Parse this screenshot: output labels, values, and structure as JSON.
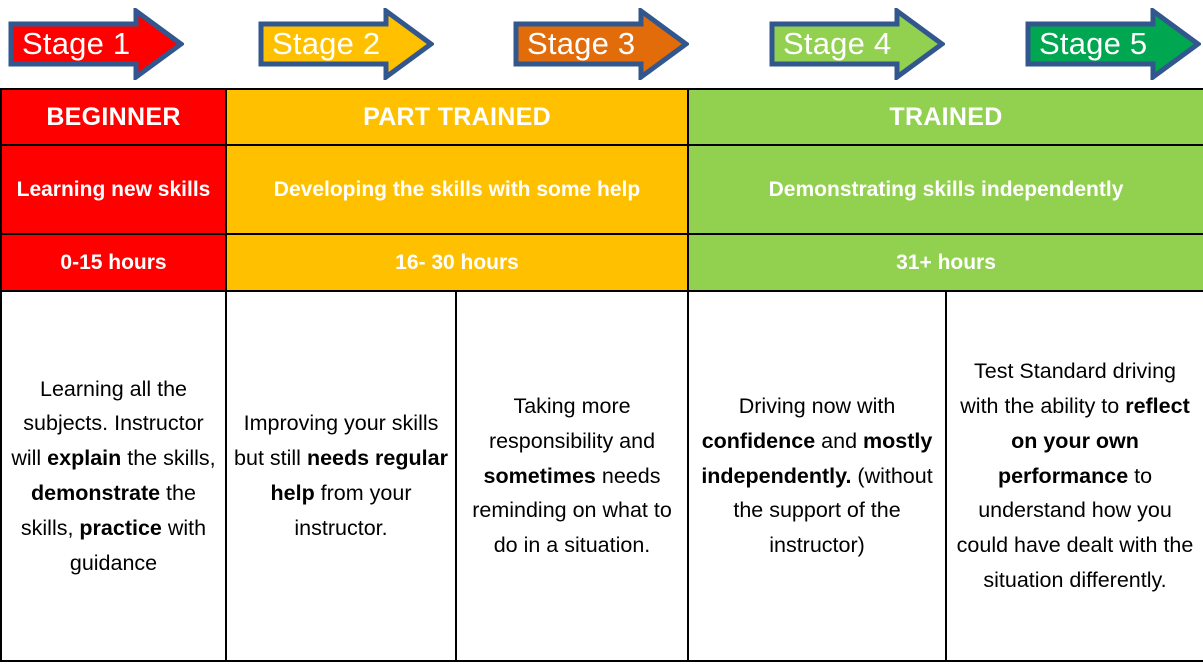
{
  "arrows": {
    "items": [
      {
        "label": "Stage 1",
        "fill": "#FF0000",
        "stroke": "#31578E"
      },
      {
        "label": "Stage 2",
        "fill": "#FFC000",
        "stroke": "#31578E"
      },
      {
        "label": "Stage 3",
        "fill": "#E36C0A",
        "stroke": "#31578E"
      },
      {
        "label": "Stage 4",
        "fill": "#92D050",
        "stroke": "#31578E"
      },
      {
        "label": "Stage 5",
        "fill": "#00A650",
        "stroke": "#31578E"
      }
    ]
  },
  "table": {
    "levels": [
      {
        "label": "BEGINNER",
        "color": "#FF0000"
      },
      {
        "label": "PART TRAINED",
        "color": "#FFC000"
      },
      {
        "label": "TRAINED",
        "color": "#92D050"
      }
    ],
    "descriptions": [
      {
        "text": "Learning new skills"
      },
      {
        "text": "Developing the skills with some help"
      },
      {
        "text": "Demonstrating skills independently"
      }
    ],
    "hours": [
      {
        "text": "0-15 hours"
      },
      {
        "text": "16- 30 hours"
      },
      {
        "text": "31+ hours"
      }
    ],
    "details": [
      {
        "parts": [
          {
            "text": "Learning all the subjects. Instructor will ",
            "bold": false
          },
          {
            "text": "explain",
            "bold": true
          },
          {
            "text": " the skills, ",
            "bold": false
          },
          {
            "text": "demonstrate",
            "bold": true
          },
          {
            "text": " the skills, ",
            "bold": false
          },
          {
            "text": "practice",
            "bold": true
          },
          {
            "text": " with guidance",
            "bold": false
          }
        ]
      },
      {
        "parts": [
          {
            "text": "Improving your skills but still ",
            "bold": false
          },
          {
            "text": "needs regular help",
            "bold": true
          },
          {
            "text": " from your instructor.",
            "bold": false
          }
        ]
      },
      {
        "parts": [
          {
            "text": "Taking more responsibility and ",
            "bold": false
          },
          {
            "text": "sometimes",
            "bold": true
          },
          {
            "text": " needs reminding on what to do in a situation.",
            "bold": false
          }
        ]
      },
      {
        "parts": [
          {
            "text": "Driving now with ",
            "bold": false
          },
          {
            "text": "confidence",
            "bold": true
          },
          {
            "text": " and ",
            "bold": false
          },
          {
            "text": "mostly independently.",
            "bold": true
          },
          {
            "text": " (without the support of the instructor)",
            "bold": false
          }
        ]
      },
      {
        "parts": [
          {
            "text": "Test Standard driving with the ability to ",
            "bold": false
          },
          {
            "text": "reflect on your own performance",
            "bold": true
          },
          {
            "text": " to understand how you could have dealt with the situation differently.",
            "bold": false
          }
        ]
      }
    ]
  }
}
